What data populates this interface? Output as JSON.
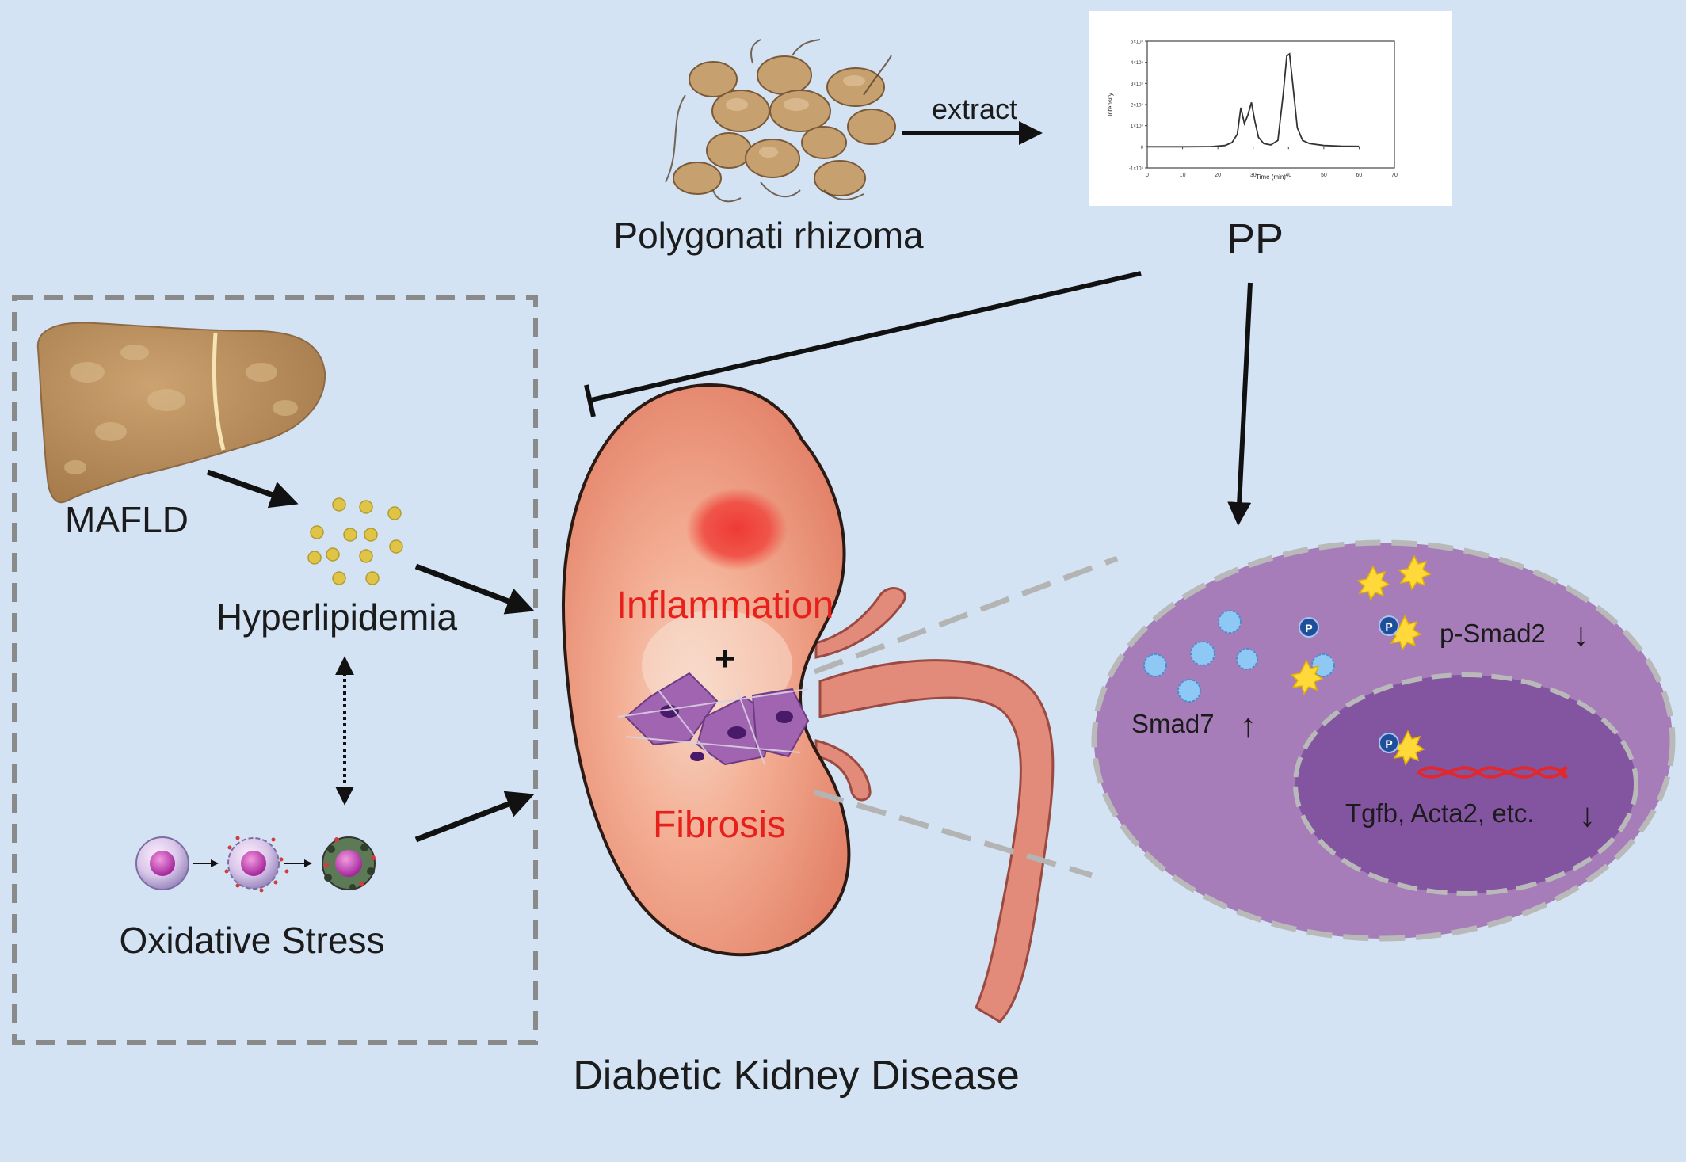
{
  "labels": {
    "source": "Polygonati rhizoma",
    "extract": "extract",
    "product": "PP",
    "mafld": "MAFLD",
    "hyperlipidemia": "Hyperlipidemia",
    "oxidative_stress": "Oxidative Stress",
    "inflammation": "Inflammation",
    "plus": "+",
    "fibrosis": "Fibrosis",
    "disease": "Diabetic Kidney Disease",
    "psmad2": "p-Smad2",
    "smad7": "Smad7",
    "genes": "Tgfb, Acta2, etc.",
    "arrow_up": "↑",
    "arrow_down": "↓",
    "phospho": "P"
  },
  "chromatogram": {
    "x_title": "Time (min)",
    "y_title": "Intensity",
    "x_ticks": [
      "0",
      "10",
      "20",
      "30",
      "40",
      "50",
      "60",
      "70"
    ],
    "y_ticks": [
      "5×10⁵",
      "4×10⁵",
      "3×10⁵",
      "2×10⁵",
      "1×10⁵",
      "0",
      "-1×10⁵"
    ],
    "x_range": [
      0,
      70
    ],
    "y_range": [
      -100000,
      500000
    ],
    "trace_points": [
      [
        0,
        0
      ],
      [
        10,
        0
      ],
      [
        18,
        1000
      ],
      [
        22,
        6000
      ],
      [
        24,
        20000
      ],
      [
        25.5,
        60000
      ],
      [
        26.5,
        185000
      ],
      [
        27.5,
        110000
      ],
      [
        28.5,
        150000
      ],
      [
        29.5,
        210000
      ],
      [
        30.5,
        120000
      ],
      [
        31.5,
        45000
      ],
      [
        33,
        15000
      ],
      [
        35,
        9000
      ],
      [
        37,
        30000
      ],
      [
        38.5,
        250000
      ],
      [
        39.5,
        430000
      ],
      [
        40.3,
        440000
      ],
      [
        41.2,
        300000
      ],
      [
        42.5,
        90000
      ],
      [
        44,
        30000
      ],
      [
        46,
        15000
      ],
      [
        50,
        6000
      ],
      [
        55,
        3000
      ],
      [
        60,
        2000
      ]
    ]
  },
  "colors": {
    "background": "#d3e3f4",
    "label_text": "#1b1b1b",
    "highlight_text": "#e8201c",
    "kidney": "#ec9478",
    "cell_outer": "#a67db9",
    "nucleus": "#8354a0",
    "smad7": "#8ec8f4",
    "psmad": "#ffd93a",
    "dna": "#e2282a"
  }
}
